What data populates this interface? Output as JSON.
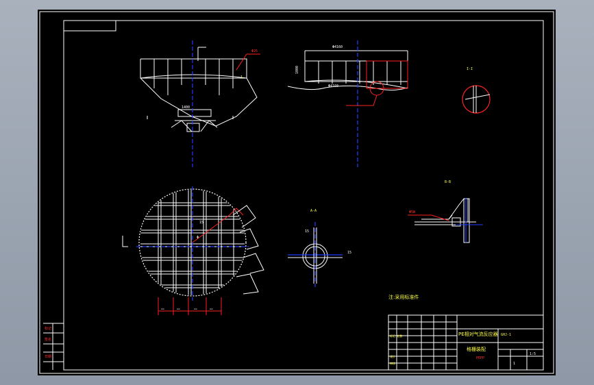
{
  "drawing": {
    "background": "#000000",
    "line_color": "#ffffff",
    "center_line_color": "#1f3cff",
    "annotation_color": "#ff2020",
    "text_color": "#ffff40"
  },
  "dims": {
    "top_left_width": "1400",
    "top_right_width": "Φ4160",
    "top_right_height": "1000",
    "top_right_inner": "Φ4160",
    "leader_top_left": "Φ25",
    "plan_offset": "15",
    "plan_radius": "Φ",
    "cross_size": "15",
    "cross_size_right": "15"
  },
  "view_labels": {
    "detail_a": "I-I",
    "section_b": "A-A",
    "detail_c": "B-B",
    "detail_weld": "Φ5W"
  },
  "note": "注:采用标准件",
  "title_block": {
    "title": "PE相对气流反应器",
    "part_name": "格栅装配",
    "drawing_no": "GHJ-1",
    "material": "PEPP",
    "scale": "1:5",
    "sheet": "1"
  },
  "side_stamps": [
    "标记",
    "签名",
    "日期"
  ]
}
